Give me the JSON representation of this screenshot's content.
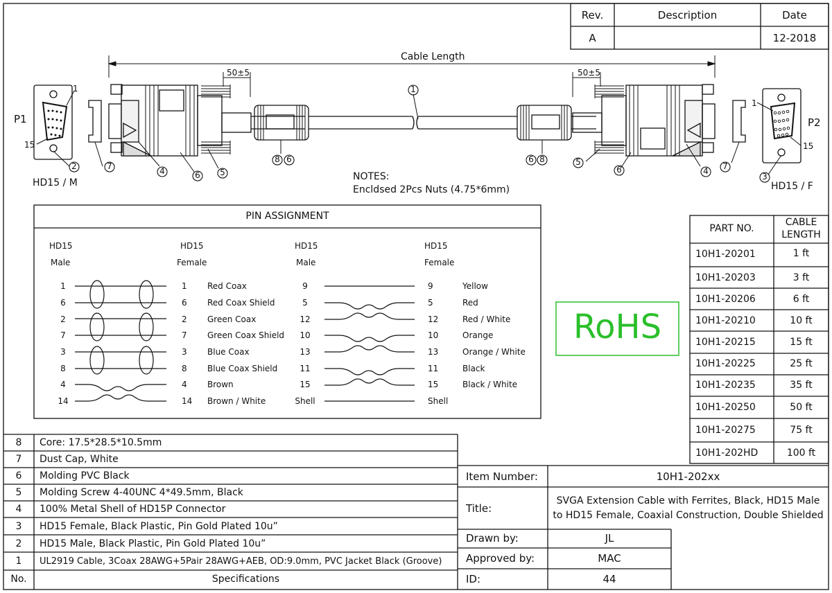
{
  "revision_table": {
    "headers": [
      "Rev.",
      "Description",
      "Date"
    ],
    "row": {
      "rev": "A",
      "description": "",
      "date": "12-2018"
    }
  },
  "drawing": {
    "cable_length_label": "Cable Length",
    "dim_left": "50±5",
    "dim_right": "50±5",
    "p1_label": "P1",
    "p2_label": "P2",
    "p1_connector": "HD15 / M",
    "p2_connector": "HD15 / F",
    "pin_1": "1",
    "pin_15": "15",
    "callouts_left": [
      "1",
      "2",
      "4",
      "5",
      "6",
      "7",
      "8",
      "6"
    ],
    "callouts_right": [
      "3",
      "4",
      "5",
      "6",
      "7",
      "6",
      "8"
    ],
    "notes_title": "NOTES:",
    "notes_text": "Encldsed 2Pcs Nuts (4.75*6mm)"
  },
  "pin_assignment": {
    "title": "PIN ASSIGNMENT",
    "col_headers": [
      {
        "line1": "HD15",
        "line2": "Male"
      },
      {
        "line1": "HD15",
        "line2": "Female"
      },
      {
        "line1": "HD15",
        "line2": "Male"
      },
      {
        "line1": "HD15",
        "line2": "Female"
      }
    ],
    "left_rows": [
      {
        "male": "1",
        "female": "1",
        "signal": "Red Coax"
      },
      {
        "male": "6",
        "female": "6",
        "signal": "Red Coax Shield"
      },
      {
        "male": "2",
        "female": "2",
        "signal": "Green Coax"
      },
      {
        "male": "7",
        "female": "7",
        "signal": "Green Coax Shield"
      },
      {
        "male": "3",
        "female": "3",
        "signal": "Blue Coax"
      },
      {
        "male": "8",
        "female": "8",
        "signal": "Blue Coax Shield"
      },
      {
        "male": "4",
        "female": "4",
        "signal": "Brown"
      },
      {
        "male": "14",
        "female": "14",
        "signal": "Brown / White"
      }
    ],
    "right_rows": [
      {
        "male": "9",
        "female": "9",
        "signal": "Yellow"
      },
      {
        "male": "5",
        "female": "5",
        "signal": "Red"
      },
      {
        "male": "12",
        "female": "12",
        "signal": "Red / White"
      },
      {
        "male": "10",
        "female": "10",
        "signal": "Orange"
      },
      {
        "male": "13",
        "female": "13",
        "signal": "Orange / White"
      },
      {
        "male": "11",
        "female": "11",
        "signal": "Black"
      },
      {
        "male": "15",
        "female": "15",
        "signal": "Black / White"
      },
      {
        "male": "Shell",
        "female": "Shell",
        "signal": ""
      }
    ]
  },
  "rohs": {
    "label": "RoHS",
    "color": "#2bbf2b"
  },
  "part_table": {
    "header_part": "PART NO.",
    "header_length_1": "CABLE",
    "header_length_2": "LENGTH",
    "rows": [
      {
        "part": "10H1-20201",
        "length": "1 ft"
      },
      {
        "part": "10H1-20203",
        "length": "3 ft"
      },
      {
        "part": "10H1-20206",
        "length": "6 ft"
      },
      {
        "part": "10H1-20210",
        "length": "10 ft"
      },
      {
        "part": "10H1-20215",
        "length": "15 ft"
      },
      {
        "part": "10H1-20225",
        "length": "25 ft"
      },
      {
        "part": "10H1-20235",
        "length": "35 ft"
      },
      {
        "part": "10H1-20250",
        "length": "50 ft"
      },
      {
        "part": "10H1-20275",
        "length": "75 ft"
      },
      {
        "part": "10H1-202HD",
        "length": "100 ft"
      }
    ]
  },
  "specifications": {
    "header_no": "No.",
    "header_spec": "Specifications",
    "rows": [
      {
        "no": "8",
        "spec": "Core: 17.5*28.5*10.5mm"
      },
      {
        "no": "7",
        "spec": "Dust Cap, White"
      },
      {
        "no": "6",
        "spec": "Molding PVC Black"
      },
      {
        "no": "5",
        "spec": "Molding Screw 4-40UNC 4*49.5mm, Black"
      },
      {
        "no": "4",
        "spec": "100% Metal Shell of  HD15P Connector"
      },
      {
        "no": "3",
        "spec": "HD15 Female, Black Plastic, Pin Gold Plated 10u”"
      },
      {
        "no": "2",
        "spec": "HD15 Male, Black Plastic, Pin Gold Plated 10u”"
      },
      {
        "no": "1",
        "spec": "UL2919 Cable, 3Coax 28AWG+5Pair 28AWG+AEB, OD:9.0mm, PVC Jacket Black (Groove)"
      }
    ]
  },
  "title_block": {
    "item_number_label": "Item Number:",
    "item_number": "10H1-202xx",
    "title_label": "Title:",
    "title_line1": "SVGA Extension Cable with Ferrites, Black, HD15 Male",
    "title_line2": "to HD15 Female, Coaxial Construction, Double Shielded",
    "drawn_by_label": "Drawn by:",
    "drawn_by": "JL",
    "approved_by_label": "Approved by:",
    "approved_by": "MAC",
    "id_label": "ID:",
    "id": "44"
  }
}
